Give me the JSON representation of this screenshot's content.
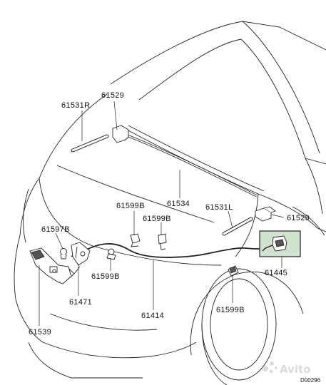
{
  "diagram": {
    "callouts": {
      "c61531R": "61531R",
      "c61529_top": "61529",
      "c61534": "61534",
      "c61531L": "61531L",
      "c61529_right": "61529",
      "c61599B_a": "61599B",
      "c61599B_b": "61599B",
      "c61597B": "61597B",
      "c61599B_c": "61599B",
      "c61445": "61445",
      "c61471": "61471",
      "c61414": "61414",
      "c61599B_d": "61599B",
      "c61539": "61539"
    },
    "drawing_code": "D00296",
    "watermark": "Avito",
    "highlight_color": "#cfe3cf"
  }
}
